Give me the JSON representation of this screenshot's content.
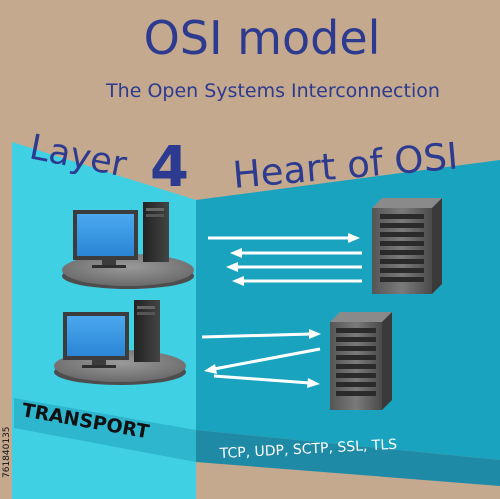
{
  "header": {
    "title": "OSI  model",
    "subtitle": "The Open Systems Interconnection"
  },
  "layer": {
    "prefix": "Layer",
    "number": "4",
    "tagline": "Heart of OSI",
    "name": "TRANSPORT",
    "protocols": "TCP, UDP, SCTP, SSL, TLS"
  },
  "stock_id": "761840135",
  "colors": {
    "background": "#c4a98e",
    "title": "#2c3a8f",
    "left_panel": "#3fd1e3",
    "right_panel": "#1aa3bf",
    "transport_band": "#2eb6ce",
    "protocol_band": "#1f8aa6"
  },
  "icons": [
    "desktop-computer-icon",
    "server-tower-icon",
    "arrow-icon"
  ]
}
